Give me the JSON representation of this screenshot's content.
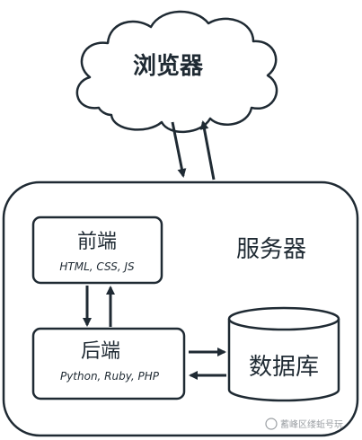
{
  "cloud": {
    "label": "浏览器"
  },
  "server": {
    "label": "服务器"
  },
  "frontend": {
    "title": "前端",
    "subtitle": "HTML, CSS, JS"
  },
  "backend": {
    "title": "后端",
    "subtitle": "Python, Ruby, PHP"
  },
  "database": {
    "label": "数据库"
  },
  "watermark": {
    "text": "蓄峰区缕蚯号玩"
  },
  "colors": {
    "stroke": "#1f2a33",
    "fill": "#ffffff",
    "watermark": "#8a8f94"
  }
}
